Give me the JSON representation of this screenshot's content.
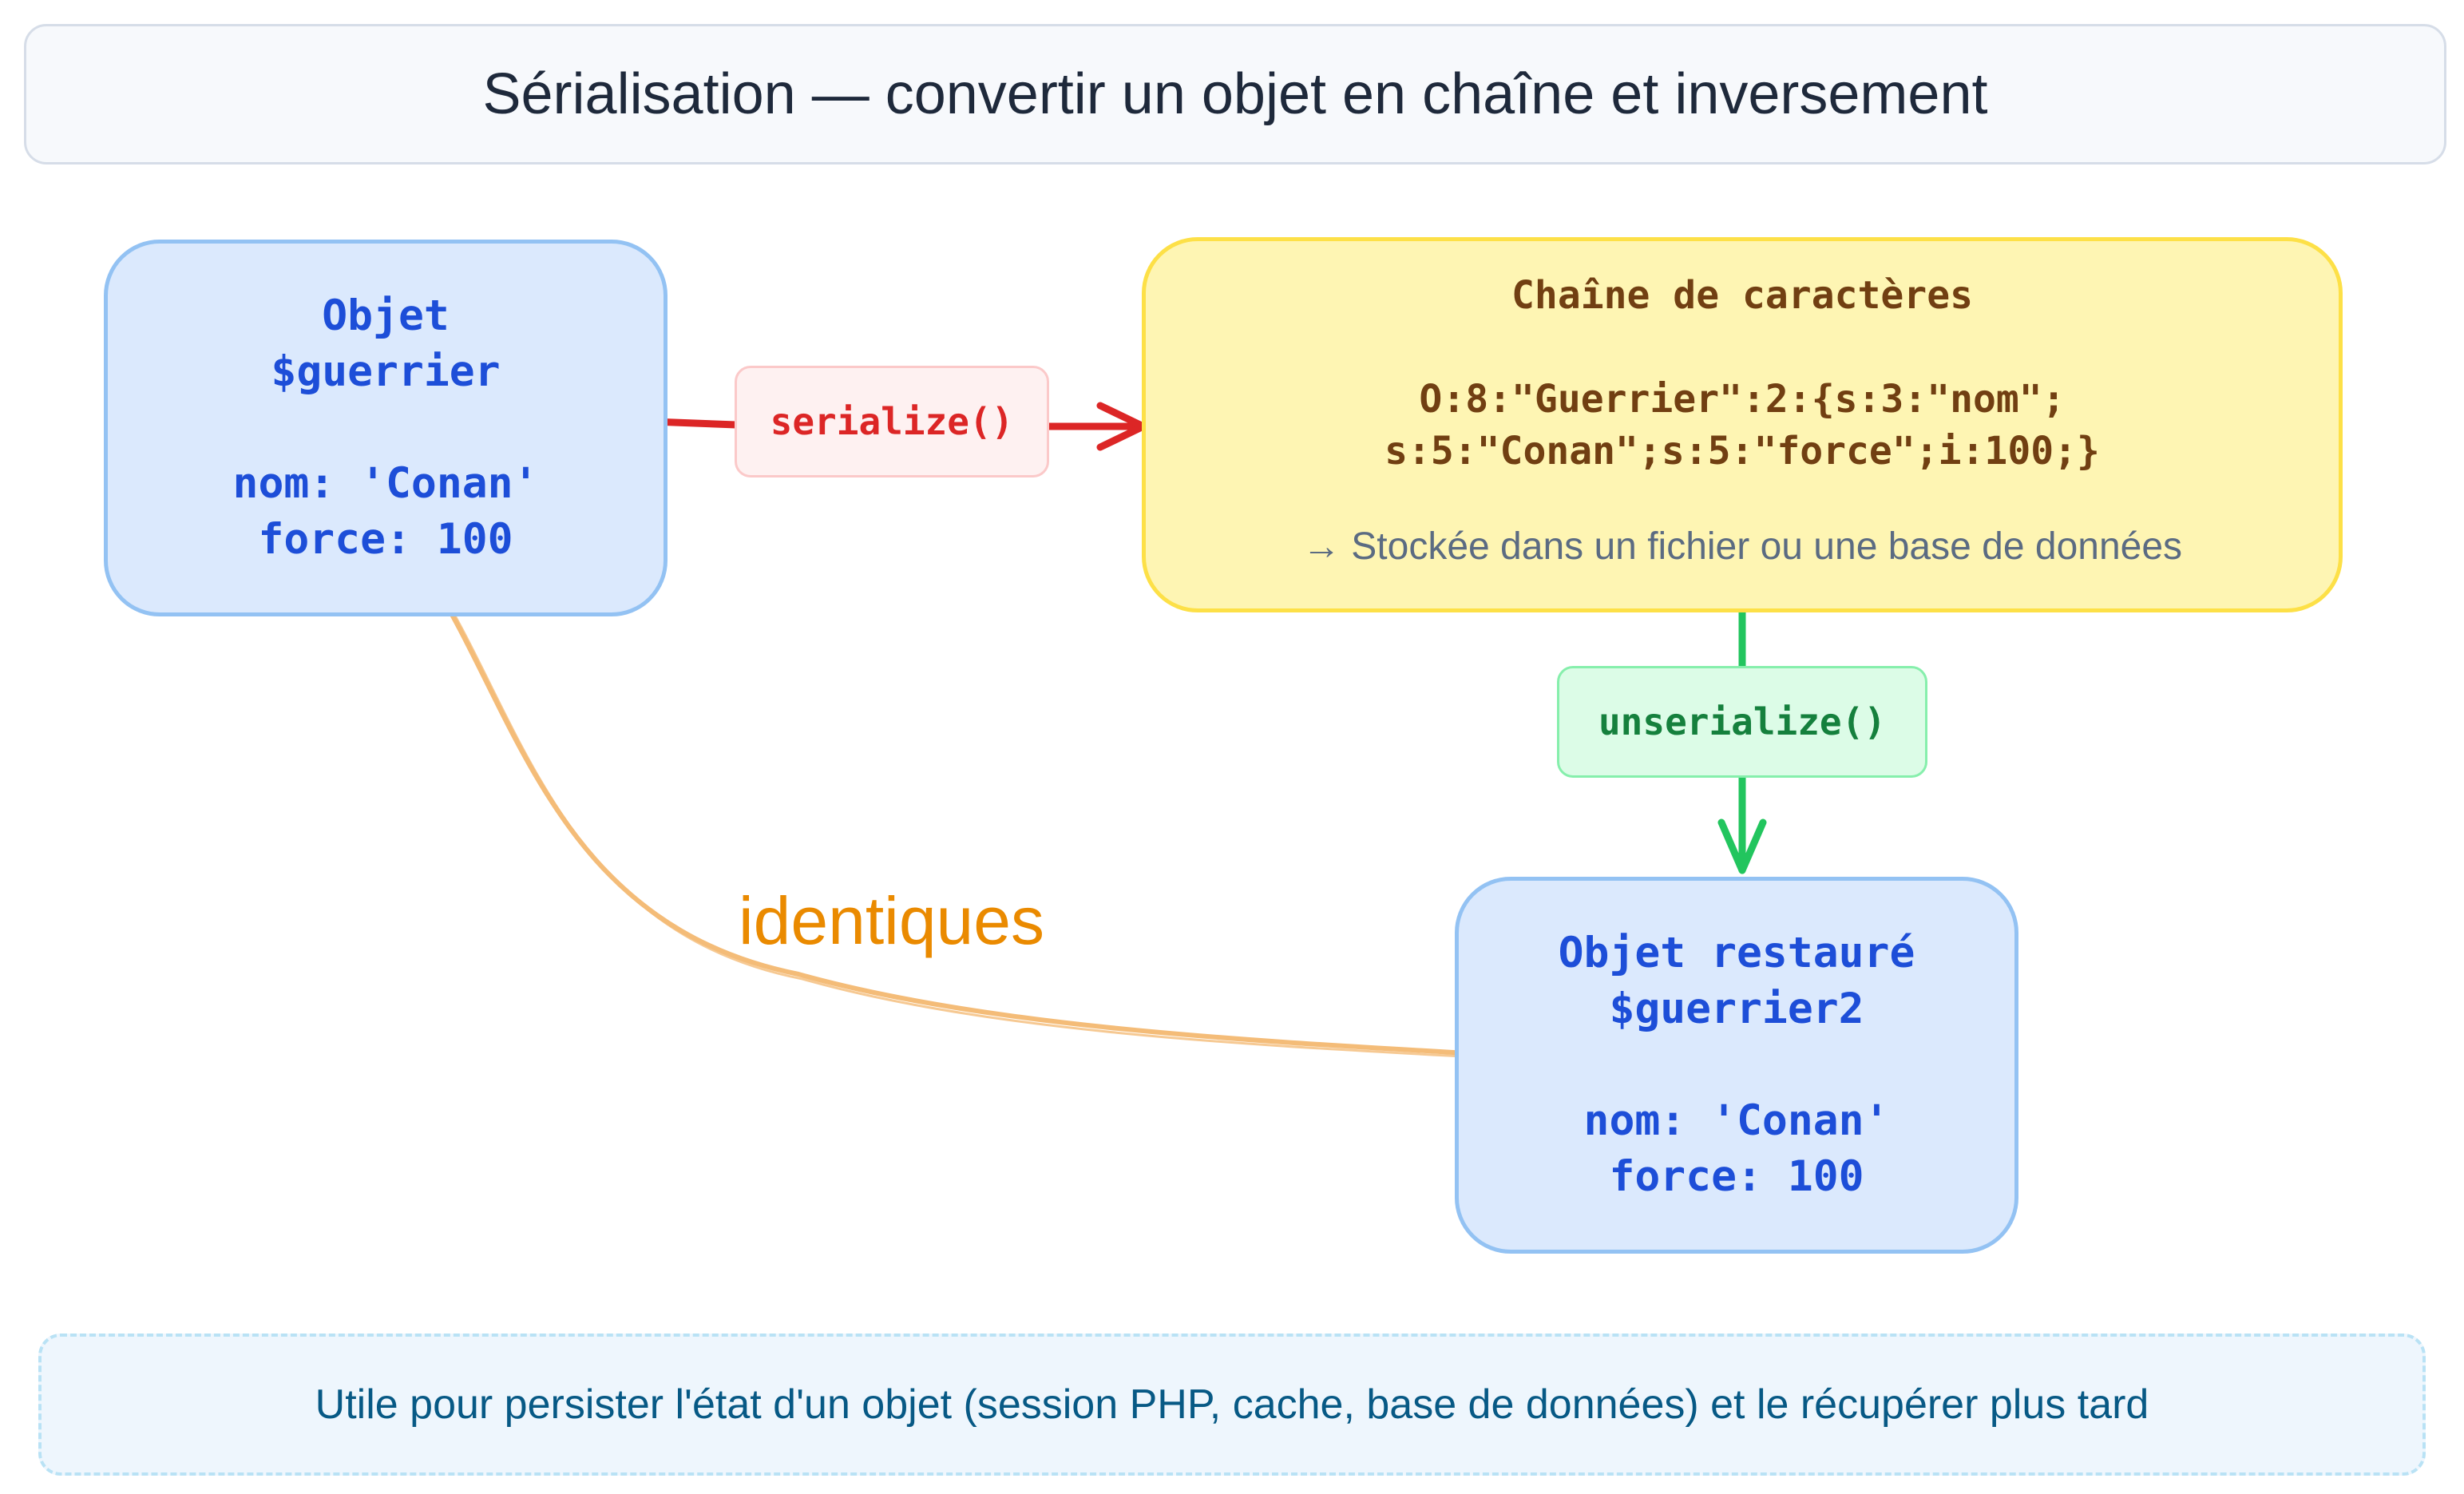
{
  "title": "Sérialisation — convertir un objet en chaîne et inversement",
  "original_object": {
    "label": "Objet",
    "variable": "$guerrier",
    "prop_nom": "nom: 'Conan'",
    "prop_force": "force: 100"
  },
  "serialized_string": {
    "title": "Chaîne de caractères",
    "line1": "O:8:\"Guerrier\":2:{s:3:\"nom\";",
    "line2": "s:5:\"Conan\";s:5:\"force\";i:100;}",
    "note": "→ Stockée dans un fichier ou une base de données"
  },
  "restored_object": {
    "label": "Objet restauré",
    "variable": "$guerrier2",
    "prop_nom": "nom: 'Conan'",
    "prop_force": "force: 100"
  },
  "functions": {
    "serialize": "serialize()",
    "unserialize": "unserialize()"
  },
  "annotation": "identiques",
  "footer": "Utile pour persister l'état d'un objet (session PHP, cache, base de données) et le récupérer plus tard",
  "colors": {
    "object_fill": "#dbe9fd",
    "object_border": "#93c2f3",
    "object_text": "#1d4ed8",
    "string_fill": "#fef5b3",
    "string_border": "#fde047",
    "serialize_arrow": "#dc2626",
    "unserialize_arrow": "#22c55e",
    "annotation": "#ea8a00",
    "footer_text": "#075985"
  }
}
